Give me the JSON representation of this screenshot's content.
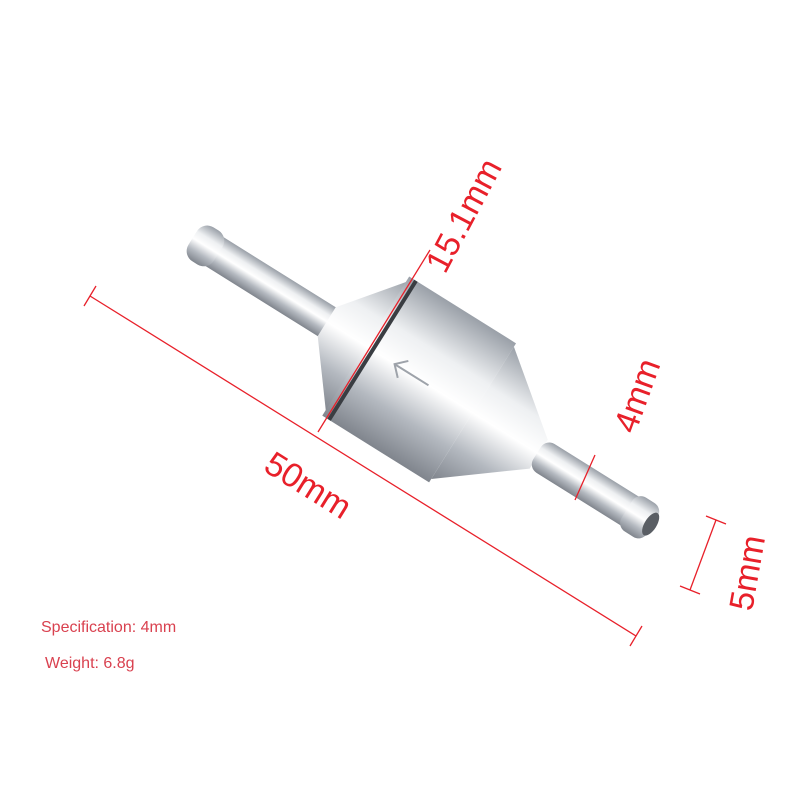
{
  "dimensions": {
    "length": "50mm",
    "body_diameter": "15.1mm",
    "tube_inner": "4mm",
    "tube_outer": "5mm"
  },
  "specs": {
    "specification": "Specification: 4mm",
    "weight": "Weight: 6.8g"
  },
  "colors": {
    "dimension_line": "#e8202a",
    "spec_text": "#d9414f",
    "metal": "#c8ccd2"
  }
}
